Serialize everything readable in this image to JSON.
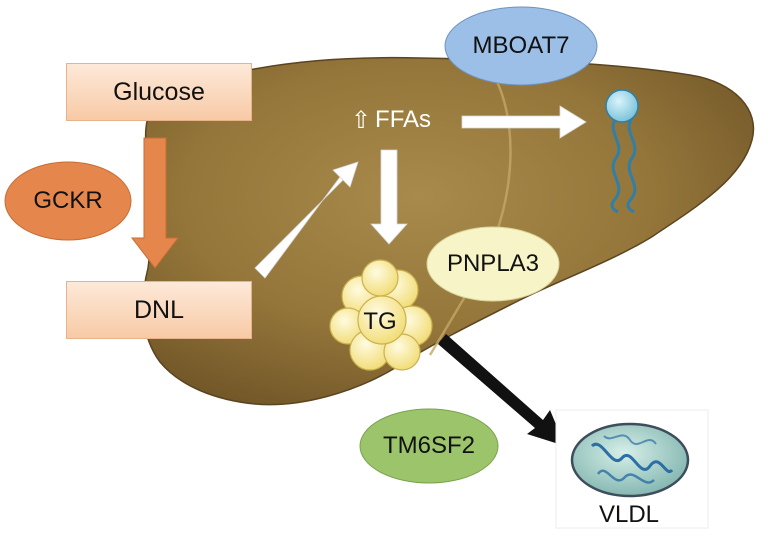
{
  "diagram": {
    "glucose_label": "Glucose",
    "dnl_label": "DNL",
    "gckr_label": "GCKR",
    "ffas_label": "FFAs",
    "ffas_arrow_glyph": "⇧",
    "tg_label": "TG",
    "pnpla3_label": "PNPLA3",
    "mboat7_label": "MBOAT7",
    "tm6sf2_label": "TM6SF2",
    "vldl_label": "VLDL"
  },
  "colors": {
    "liver": "#9b7a3e",
    "liver_dark": "#6e5326",
    "orange": "#e5874d",
    "peach_box": "#f8caa6",
    "blue_ellipse": "#9bbfe6",
    "green_ellipse": "#9cc46b",
    "yellow_ellipse": "#f7f5c8",
    "lipid_blue": "#2f7fa8"
  }
}
